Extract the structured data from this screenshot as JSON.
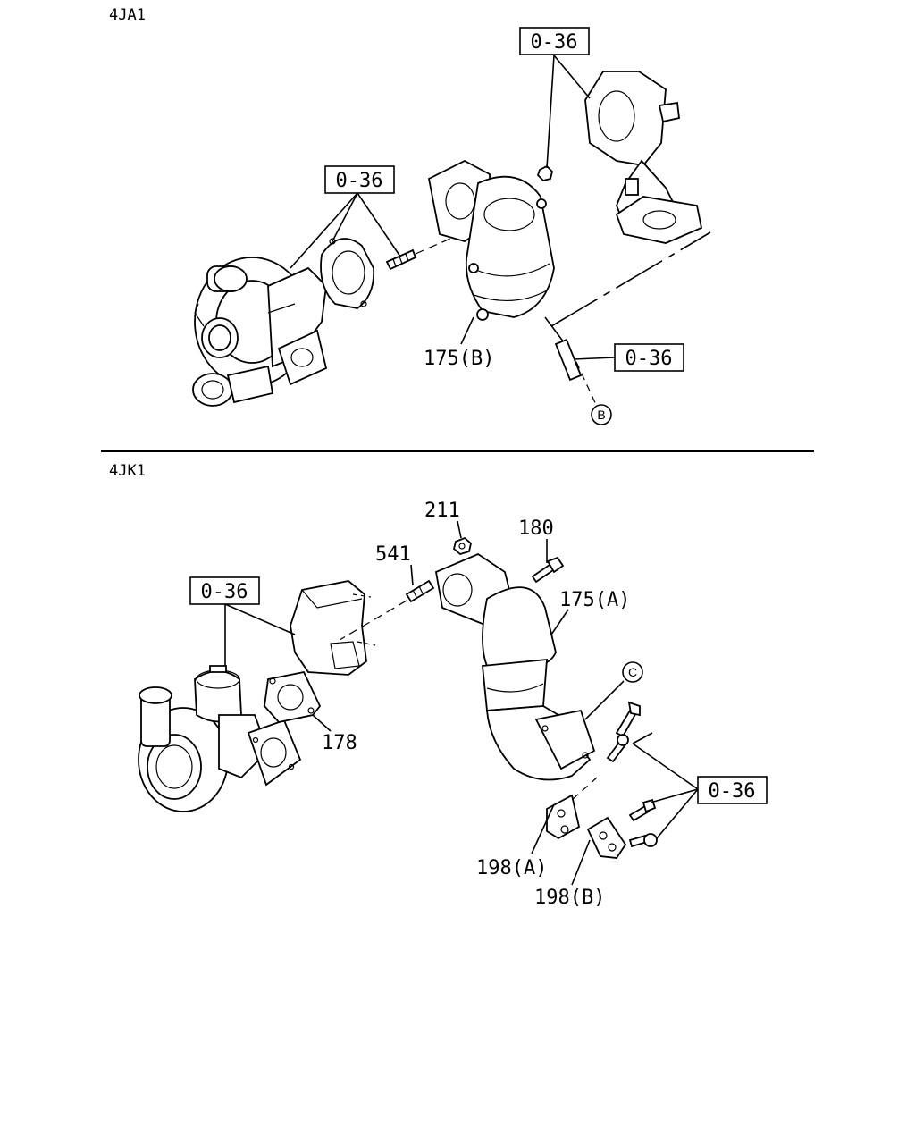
{
  "sections": [
    {
      "title": "4JA1",
      "callouts": {
        "ref_top": "0-36",
        "ref_left": "0-36",
        "ref_right": "0-36",
        "part_175b": "175(B)",
        "circle_b": "B"
      }
    },
    {
      "title": "4JK1",
      "callouts": {
        "part_211": "211",
        "part_180": "180",
        "part_541": "541",
        "part_175a": "175(A)",
        "ref_left": "0-36",
        "circle_c": "C",
        "part_178": "178",
        "ref_right": "0-36",
        "part_198a": "198(A)",
        "part_198b": "198(B)"
      }
    }
  ],
  "icons": {
    "turbocharger": "turbocharger-icon",
    "gasket": "gasket-icon",
    "stud": "stud-bolt-icon",
    "nut": "nut-icon",
    "bolt": "bolt-icon",
    "catalytic_converter": "catalytic-converter-icon",
    "exhaust_pipe": "exhaust-pipe-icon",
    "heat_shield": "heat-shield-icon",
    "bracket": "bracket-icon"
  },
  "colors": {
    "line": "#000000",
    "background": "#ffffff"
  }
}
